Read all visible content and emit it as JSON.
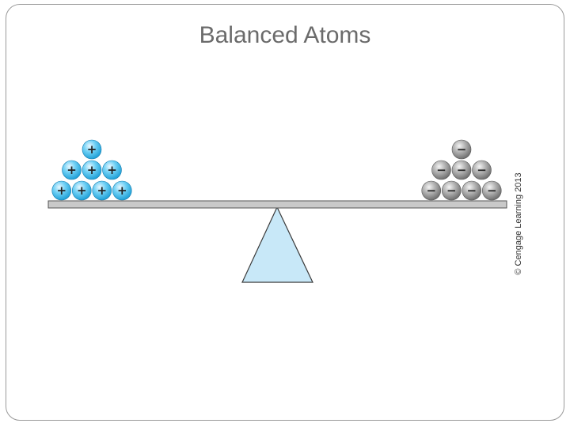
{
  "slide": {
    "title": "Balanced Atoms"
  },
  "diagram": {
    "positive_charge_count": 8,
    "negative_charge_count": 8,
    "positive_symbol": "+",
    "negative_symbol": "−",
    "balanced": true,
    "colors": {
      "proton": "#5cc3ef",
      "electron": "#9a9a9a",
      "fulcrum": "#c8e8f8",
      "beam": "#c9c9c9"
    }
  },
  "credit": "© Cengage Learning 2013"
}
